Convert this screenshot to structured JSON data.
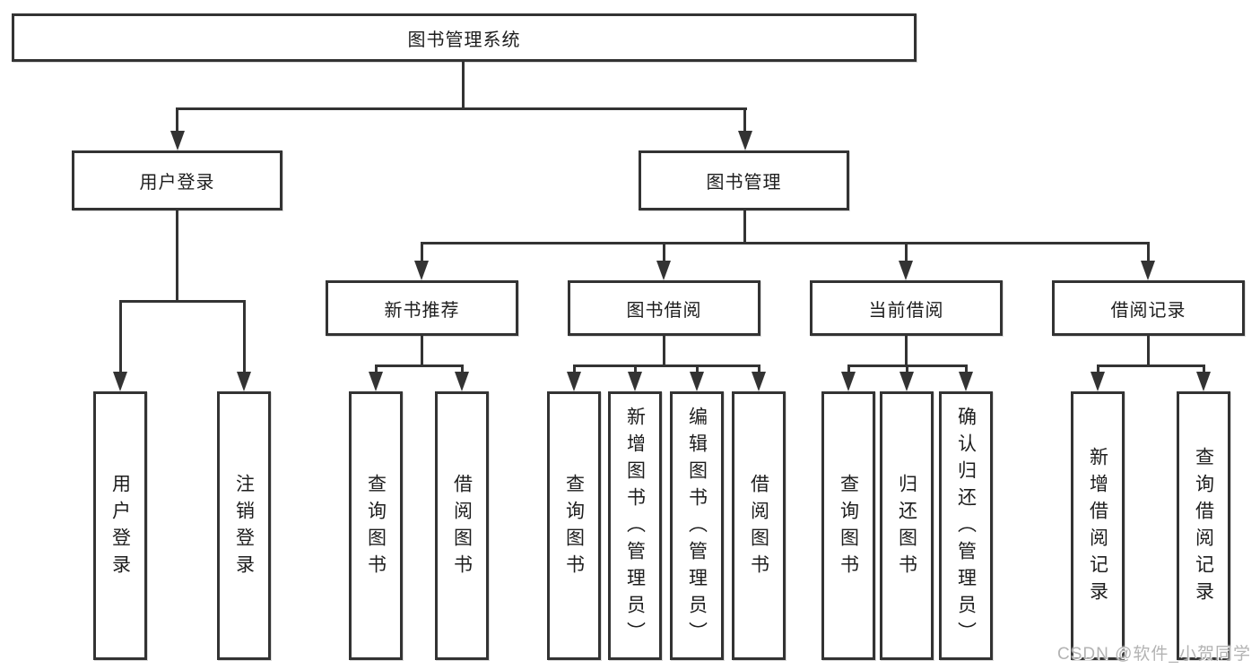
{
  "diagram": {
    "title_node": "图书管理系统",
    "branches": {
      "user_login": {
        "label": "用户登录",
        "children": [
          "用户登录",
          "注销登录"
        ]
      },
      "book_management": {
        "label": "图书管理",
        "children": [
          {
            "label": "新书推荐",
            "children": [
              "查询图书",
              "借阅图书"
            ]
          },
          {
            "label": "图书借阅",
            "children": [
              "查询图书",
              "新增图书（管理员）",
              "编辑图书（管理员）",
              "借阅图书"
            ]
          },
          {
            "label": "当前借阅",
            "children": [
              "查询图书",
              "归还图书",
              "确认归还（管理员）"
            ]
          },
          {
            "label": "借阅记录",
            "children": [
              "新增借阅记录",
              "查询借阅记录"
            ]
          }
        ]
      }
    }
  },
  "watermark": {
    "text": "CSDN @软件_小贺同学"
  },
  "colors": {
    "line": "#333333",
    "text": "#1d1d1d",
    "watermark": "#b3b3b3",
    "background": "#ffffff"
  }
}
